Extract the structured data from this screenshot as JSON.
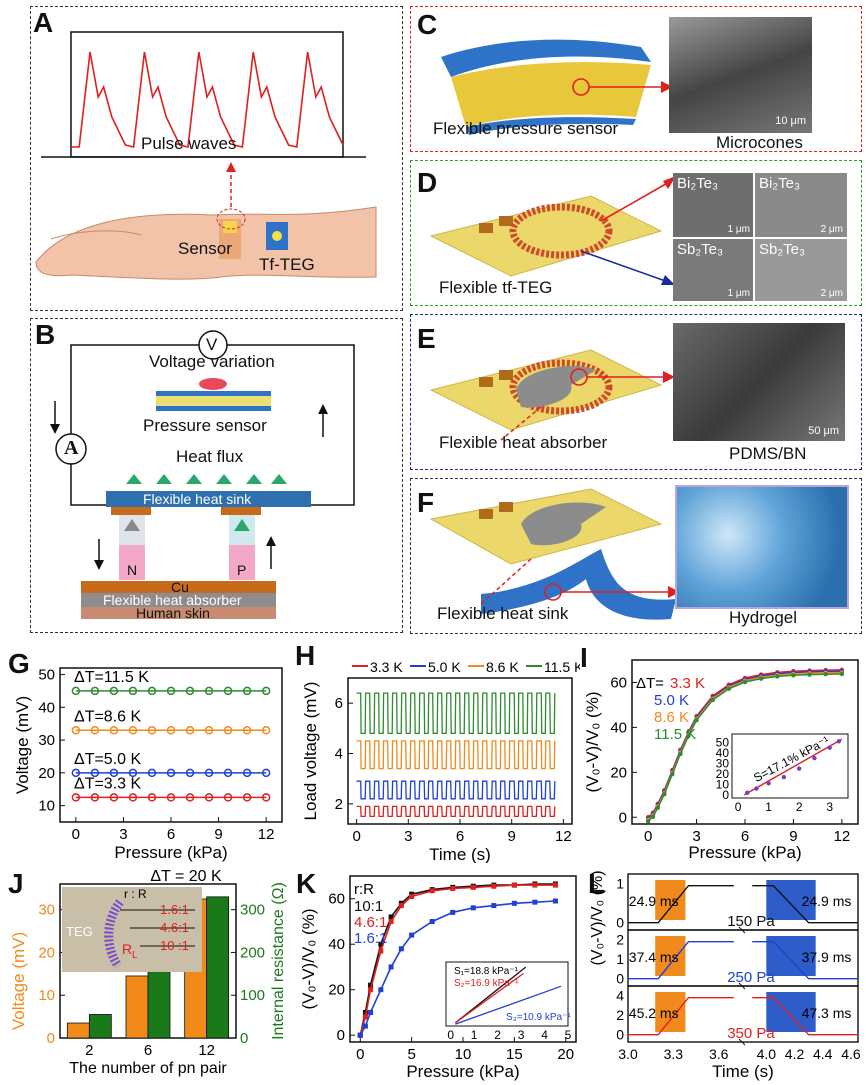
{
  "labels": {
    "A": "A",
    "B": "B",
    "C": "C",
    "D": "D",
    "E": "E",
    "F": "F",
    "G": "G",
    "H": "H",
    "I": "I",
    "J": "J",
    "K": "K",
    "L": "L"
  },
  "panelA": {
    "pulse_label": "Pulse waves",
    "sensor": "Sensor",
    "teg": "Tf-TEG"
  },
  "panelB": {
    "voltmeter": "V",
    "voltage_variation": "Voltage variation",
    "pressure_sensor": "Pressure sensor",
    "ammeter": "A",
    "heat_flux": "Heat flux",
    "heat_sink": "Flexible heat sink",
    "n": "N",
    "p": "P",
    "cu": "Cu",
    "heat_absorber": "Flexible heat absorber",
    "skin": "Human skin"
  },
  "panelC": {
    "caption": "Flexible pressure sensor",
    "image_label": "Microcones",
    "scale": "10 μm"
  },
  "panelD": {
    "caption": "Flexible  tf-TEG",
    "bi1": "Bi₂Te₃",
    "bi2": "Bi₂Te₃",
    "sb1": "Sb₂Te₃",
    "sb2": "Sb₂Te₃",
    "s1": "1 μm",
    "s2": "2 μm",
    "s3": "1 μm",
    "s4": "2 μm"
  },
  "panelE": {
    "caption": "Flexible heat absorber",
    "image_label": "PDMS/BN",
    "scale": "50 μm"
  },
  "panelF": {
    "caption": "Flexible heat sink",
    "image_label": "Hydrogel"
  },
  "chart_data": [
    {
      "id": "G",
      "type": "scatter",
      "xlabel": "Pressure (kPa)",
      "ylabel": "Voltage (mV)",
      "xticks": [
        0,
        3,
        6,
        9,
        12
      ],
      "yticks": [
        10,
        20,
        30,
        40,
        50
      ],
      "x": [
        0,
        1.2,
        2.4,
        3.6,
        4.8,
        6,
        7.2,
        8.4,
        9.6,
        10.8,
        12
      ],
      "series": [
        {
          "name": "ΔT=11.5 K",
          "value": 45,
          "color": "#2e8b2e"
        },
        {
          "name": "ΔT=8.6 K",
          "value": 33,
          "color": "#f08a1c"
        },
        {
          "name": "ΔT=5.0 K",
          "value": 20,
          "color": "#1f3fd6"
        },
        {
          "name": "ΔT=3.3 K",
          "value": 12.5,
          "color": "#e01f1f"
        }
      ]
    },
    {
      "id": "H",
      "type": "line",
      "xlabel": "Time (s)",
      "ylabel": "Load voltage (mV)",
      "xticks": [
        0,
        3,
        6,
        9,
        12
      ],
      "yticks": [
        2,
        4,
        6
      ],
      "legend": [
        "3.3 K",
        "5.0 K",
        "8.6 K",
        "11.5 K"
      ],
      "series": [
        {
          "name": "3.3 K",
          "low": 1.5,
          "high": 1.9,
          "color": "#e01f1f"
        },
        {
          "name": "5.0 K",
          "low": 2.2,
          "high": 2.9,
          "color": "#1f3fd6"
        },
        {
          "name": "8.6 K",
          "low": 3.4,
          "high": 4.5,
          "color": "#f08a1c"
        },
        {
          "name": "11.5 K",
          "low": 4.8,
          "high": 6.4,
          "color": "#2e8b2e"
        }
      ]
    },
    {
      "id": "I",
      "type": "line",
      "xlabel": "Pressure (kPa)",
      "ylabel": "(V₀-V)/V₀ (%)",
      "xticks": [
        0,
        3,
        6,
        9,
        12
      ],
      "yticks": [
        0,
        20,
        40,
        60
      ],
      "legend_prefix": "ΔT=",
      "legend": [
        {
          "name": "3.3 K",
          "color": "#e01f1f"
        },
        {
          "name": "5.0 K",
          "color": "#1f3fd6"
        },
        {
          "name": "8.6 K",
          "color": "#f08a1c"
        },
        {
          "name": "11.5 K",
          "color": "#2e8b2e"
        }
      ],
      "x": [
        0,
        0.3,
        0.6,
        1,
        1.5,
        2,
        2.5,
        3,
        4,
        5,
        6,
        7,
        8,
        9,
        10,
        11,
        12
      ],
      "y": [
        0,
        2,
        6,
        12,
        21,
        30,
        38,
        45,
        54,
        59,
        62,
        63.5,
        64.5,
        65,
        65.3,
        65.5,
        65.6
      ],
      "inset": {
        "xticks": [
          0,
          1,
          2,
          3
        ],
        "yticks": [
          0,
          10,
          20,
          30,
          40,
          50
        ],
        "annotation": "S=17.1% kPa⁻¹",
        "x": [
          0.3,
          0.6,
          1,
          1.5,
          2,
          2.5,
          3,
          3.3
        ],
        "y": [
          2,
          6,
          11,
          17,
          25,
          35,
          45,
          51
        ]
      }
    },
    {
      "id": "J",
      "type": "bar",
      "title": "ΔT = 20 K",
      "xlabel": "The number of pn pair",
      "ylabel": "Voltage (mV)",
      "y2label": "Internal resistance (Ω)",
      "categories": [
        "2",
        "6",
        "12"
      ],
      "yticks": [
        0,
        10,
        20,
        30
      ],
      "y2ticks": [
        0,
        100,
        200,
        300
      ],
      "series": [
        {
          "name": "Voltage",
          "values": [
            3.5,
            14.5,
            32.5
          ],
          "color": "#f28a1a"
        },
        {
          "name": "Internal resistance",
          "values": [
            55,
            155,
            330
          ],
          "color": "#1a7a1a"
        }
      ],
      "inset": {
        "title": "r : R",
        "teg": "TEG",
        "rl": "R",
        "rl_sub": "L",
        "ratios": [
          "1.6:1",
          "4.6:1",
          "10 :1"
        ]
      }
    },
    {
      "id": "K",
      "type": "line",
      "xlabel": "Pressure (kPa)",
      "ylabel": "(V₀-V)/V₀ (%)",
      "xticks": [
        0,
        5,
        10,
        15,
        20
      ],
      "yticks": [
        0,
        20,
        40,
        60
      ],
      "legend_title": "r:R",
      "series": [
        {
          "name": "10:1",
          "color": "#111111",
          "x": [
            0,
            0.5,
            1,
            2,
            3,
            4,
            5,
            7,
            9,
            11,
            13,
            15,
            17,
            19
          ],
          "y": [
            0,
            10,
            22,
            40,
            52,
            58,
            62,
            64,
            65,
            65.5,
            66,
            66,
            66.5,
            66.5
          ]
        },
        {
          "name": "4.6:1",
          "color": "#e01f1f",
          "x": [
            0,
            0.5,
            1,
            2,
            3,
            4,
            5,
            7,
            9,
            11,
            13,
            15,
            17,
            19
          ],
          "y": [
            0,
            8,
            20,
            37,
            50,
            57,
            61,
            63.5,
            64.5,
            65,
            65.5,
            66,
            66,
            66
          ]
        },
        {
          "name": "1.6:1",
          "color": "#1f3fd6",
          "x": [
            0,
            0.5,
            1,
            2,
            3,
            4,
            5,
            7,
            9,
            11,
            13,
            15,
            17,
            19
          ],
          "y": [
            0,
            4,
            10,
            20,
            30,
            38,
            44,
            50,
            54,
            56,
            57,
            58,
            58.5,
            59
          ]
        }
      ],
      "inset": {
        "xticks": [
          0,
          1,
          2,
          3,
          4,
          5
        ],
        "s1": "S₁=18.8 kPa⁻¹",
        "s2": "S₂=16.9 kPa⁻¹",
        "s3": "S₃=10.9 kPa⁻¹"
      }
    },
    {
      "id": "L",
      "type": "line",
      "xlabel": "Time (s)",
      "ylabel": "(V₀-V)/V₀ (%)",
      "xticks": [
        "3.0",
        "3.3",
        "3.6",
        "4.0",
        "4.2",
        "4.4",
        "4.6"
      ],
      "panels": [
        {
          "pressure": "150 Pa",
          "pressure_color": "#111111",
          "rise": "24.9 ms",
          "fall": "24.9 ms",
          "yticks": [
            0,
            1
          ],
          "color": "#111111"
        },
        {
          "pressure": "250 Pa",
          "pressure_color": "#1f3fd6",
          "rise": "37.4 ms",
          "fall": "37.9 ms",
          "yticks": [
            0,
            1,
            2
          ],
          "color": "#1f3fd6"
        },
        {
          "pressure": "350 Pa",
          "pressure_color": "#e01f1f",
          "rise": "45.2 ms",
          "fall": "47.3 ms",
          "yticks": [
            0,
            2,
            4
          ],
          "color": "#e01f1f"
        }
      ]
    }
  ]
}
